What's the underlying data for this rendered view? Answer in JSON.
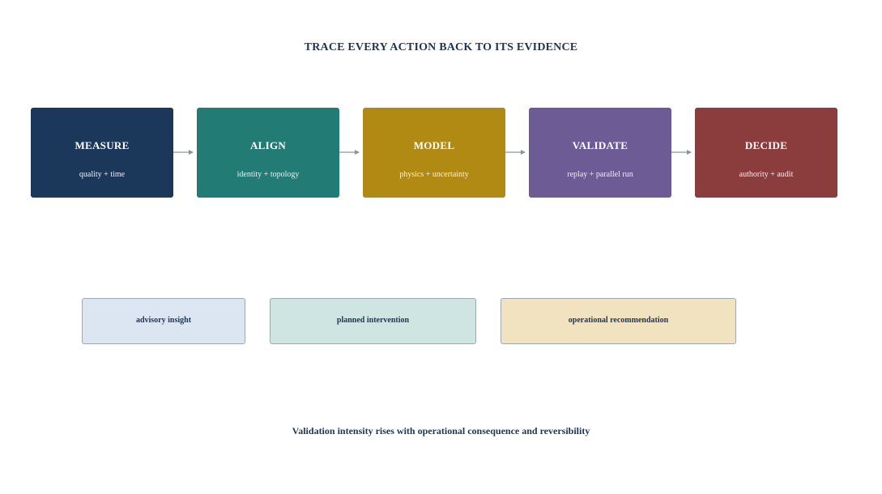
{
  "title": "TRACE EVERY ACTION BACK TO ITS EVIDENCE",
  "stages": [
    {
      "name": "MEASURE",
      "subtitle": "quality + time",
      "color": "#1b375a"
    },
    {
      "name": "ALIGN",
      "subtitle": "identity + topology",
      "color": "#237b75"
    },
    {
      "name": "MODEL",
      "subtitle": "physics + uncertainty",
      "color": "#b08a13"
    },
    {
      "name": "VALIDATE",
      "subtitle": "replay + parallel run",
      "color": "#6c5b94"
    },
    {
      "name": "DECIDE",
      "subtitle": "authority + audit",
      "color": "#8b3c3c"
    }
  ],
  "tiers": [
    {
      "label": "advisory insight",
      "color": "#dce6f2"
    },
    {
      "label": "planned intervention",
      "color": "#cfe5e2"
    },
    {
      "label": "operational recommendation",
      "color": "#f2e3c0"
    }
  ],
  "footer": "Validation intensity rises with operational consequence and reversibility",
  "arrow_color": "#8894a2"
}
